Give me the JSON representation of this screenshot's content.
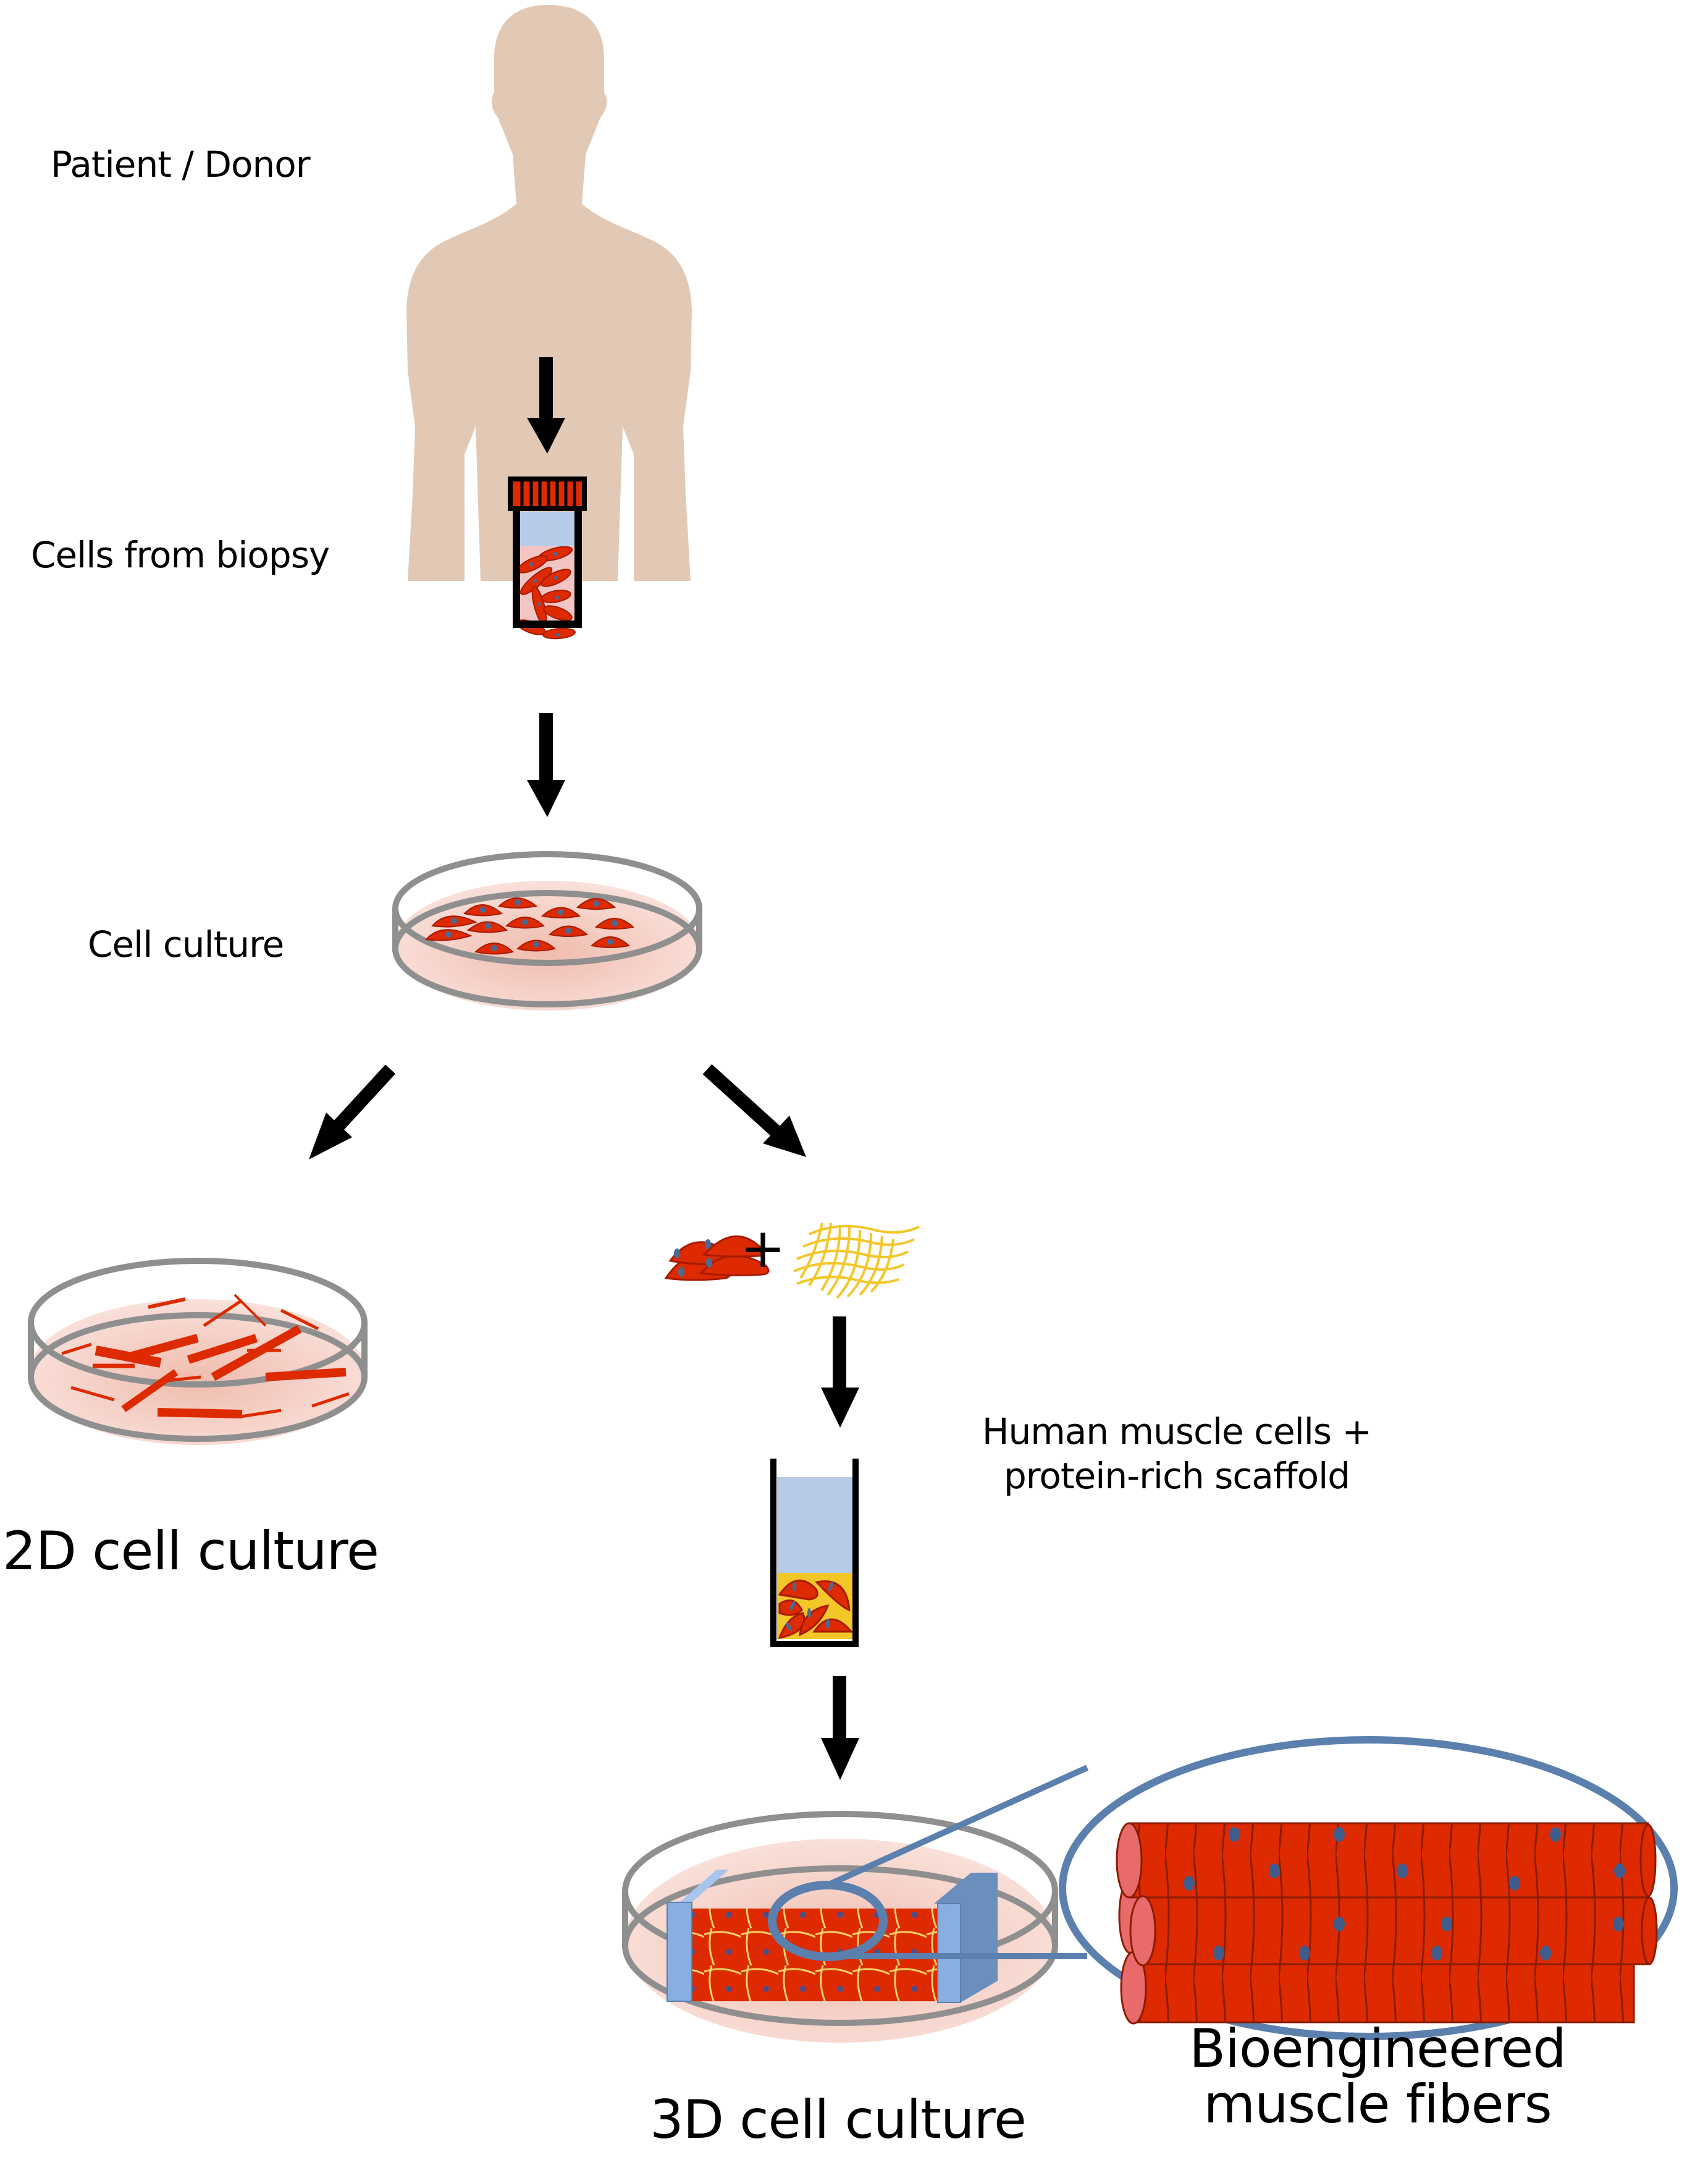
{
  "labels": {
    "patient_donor": "Patient / Donor",
    "cells_from_biopsy": "Cells from biopsy",
    "cell_culture": "Cell culture",
    "culture_2d": "2D cell culture",
    "mixture_line1": "Human muscle cells +",
    "mixture_line2": "protein-rich scaffold",
    "plus_sign": "+",
    "culture_3d": "3D cell culture",
    "fibers_line1": "Bioengineered",
    "fibers_line2": "muscle fibers"
  },
  "colors": {
    "skin": "#e2c9b6",
    "cell_red": "#dd2a00",
    "cell_outline": "#a81a00",
    "nucleus": "#4a6a96",
    "dish_gray": "#8f8f8f",
    "medium_pink": "#f5d3ca",
    "tube_liquid_blue": "#b5cbe8",
    "tube_pink": "#f2c5c4",
    "scaffold_yellow": "#f3c62a",
    "magnifier_blue": "#5b80ad",
    "anchor_blue": "#88afe0",
    "arrow": "#000000"
  }
}
